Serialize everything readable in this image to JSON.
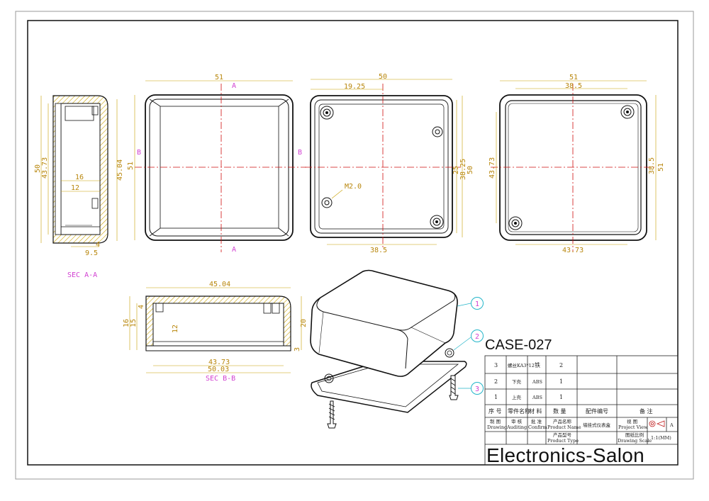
{
  "drawing": {
    "model": "CASE-027",
    "brand": "Electronics-Salon",
    "section_labels": {
      "sec_aa": "SEC A-A",
      "sec_bb": "SEC B-B"
    },
    "section_markers": {
      "a": "A",
      "b": "B"
    },
    "note": "M2.0",
    "dims": {
      "side_h50": "50",
      "side_h4373": "43.73",
      "side_16": "16",
      "side_12": "12",
      "side_4504": "45.04",
      "side_4": "4",
      "side_95": "9.5",
      "v1_w51": "51",
      "v1_h51": "51",
      "v2_w50": "50",
      "v2_1925": "19.25",
      "v2_385": "38.5",
      "v2_25": "25",
      "v2_3825": "38.25",
      "v2_h50": "50",
      "v3_w51": "51",
      "v3_385": "38.5",
      "v3_4373": "43.73",
      "v3_r385": "38.5",
      "v3_r51": "51",
      "v3_b4373": "43.73",
      "sb_4504": "45.04",
      "sb_4": "4",
      "sb_16": "16",
      "sb_15": "15",
      "sb_12": "12",
      "sb_20": "20",
      "sb_3": "3",
      "sb_4373": "43.73",
      "sb_5003": "50.03"
    },
    "callouts": [
      "1",
      "2",
      "3"
    ]
  },
  "title_block": {
    "rows": [
      {
        "no": "3",
        "name": "螺丝KA3*12",
        "material": "铁",
        "qty": "2"
      },
      {
        "no": "2",
        "name": "下壳",
        "material": "ABS",
        "qty": "1"
      },
      {
        "no": "1",
        "name": "上壳",
        "material": "ABS",
        "qty": "1"
      }
    ],
    "headers": {
      "no": "序 号",
      "name": "零件名称",
      "material": "材 料",
      "qty": "数 量",
      "part_no": "配件编号",
      "remark": "备 注"
    },
    "drawing_cn": "制 图",
    "drawing_en": "Drawing",
    "auditing_cn": "审 核",
    "auditing_en": "Auditing",
    "confirm_cn": "批 准",
    "confirm_en": "Confirm",
    "product_name_cn": "产品名称",
    "product_name_en": "Product Name",
    "product_name_value": "墙挂式仪表盒",
    "project_view_cn": "视 图",
    "project_view_en": "Project View",
    "view_letter": "A",
    "product_type_cn": "产品型号",
    "product_type_en": "Product Type",
    "scale_cn": "图纸比例",
    "scale_en": "Drawing Scale",
    "scale_value": "1:1(MM)"
  }
}
